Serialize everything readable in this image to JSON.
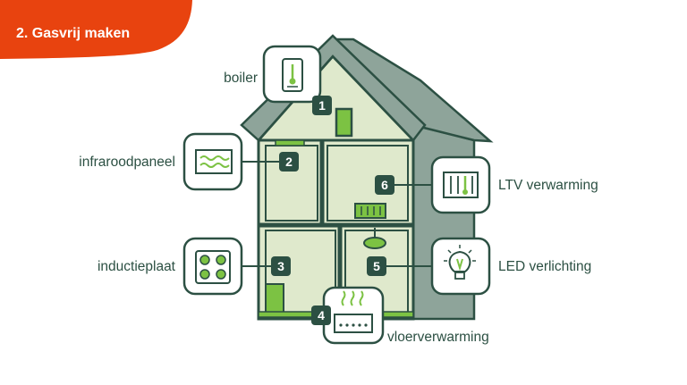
{
  "title": "2. Gasvrij maken",
  "colors": {
    "accent": "#e8430f",
    "dark": "#2c5043",
    "roof": "#8ea49a",
    "roof_stroke": "#335a4b",
    "wall": "#dfe9cc",
    "side": "#8ea49a",
    "green": "#7cc243",
    "white": "#ffffff"
  },
  "items": [
    {
      "number": "1",
      "label": "boiler",
      "icon": "boiler-icon"
    },
    {
      "number": "2",
      "label": "infraroodpaneel",
      "icon": "infrared-panel-icon"
    },
    {
      "number": "3",
      "label": "inductieplaat",
      "icon": "induction-hob-icon"
    },
    {
      "number": "4",
      "label": "vloerverwarming",
      "icon": "floor-heating-icon"
    },
    {
      "number": "5",
      "label": "LED verlichting",
      "icon": "led-bulb-icon"
    },
    {
      "number": "6",
      "label": "LTV verwarming",
      "icon": "radiator-icon"
    }
  ]
}
